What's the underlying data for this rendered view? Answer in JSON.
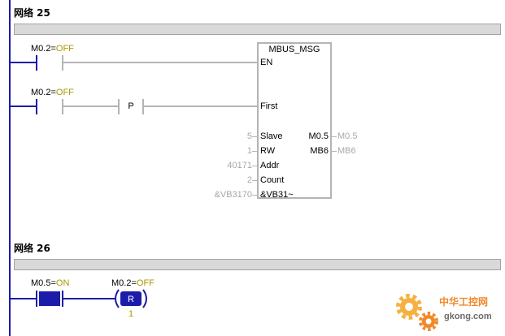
{
  "networks": [
    {
      "title": "网络 25",
      "rungs": [
        {
          "contact": {
            "address": "M0.2=",
            "state": "OFF"
          }
        },
        {
          "contact": {
            "address": "M0.2=",
            "state": "OFF"
          },
          "edge": "P"
        }
      ],
      "block": {
        "name": "MBUS_MSG",
        "inputs": [
          {
            "pin": "EN"
          },
          {
            "pin": "First"
          },
          {
            "pin": "Slave",
            "value": "5"
          },
          {
            "pin": "RW",
            "value": "1"
          },
          {
            "pin": "Addr",
            "value": "40171"
          },
          {
            "pin": "Count",
            "value": "2"
          },
          {
            "pin": "&VB31~",
            "value": "&VB3170"
          }
        ],
        "outputs": [
          {
            "pin": "M0.5",
            "value": "M0.5"
          },
          {
            "pin": "MB6",
            "value": "MB6"
          }
        ]
      }
    },
    {
      "title": "网络 26",
      "contact": {
        "address": "M0.5=",
        "state": "ON"
      },
      "coil": {
        "address": "M0.2=",
        "state": "OFF",
        "type": "R",
        "count": "1"
      }
    }
  ],
  "watermark": {
    "icon": "gear-icon",
    "name_cn": "中华工控网",
    "domain": "gkong.com"
  },
  "colors": {
    "power_flow": "#1c1caa",
    "inactive_wire": "#b4b4b4",
    "status_value": "#a79a00",
    "param_value": "#a8a8a8",
    "comment_bar": "#d9d9d9",
    "block_border": "#b4b4b4",
    "watermark_orange": "#f0892a"
  }
}
